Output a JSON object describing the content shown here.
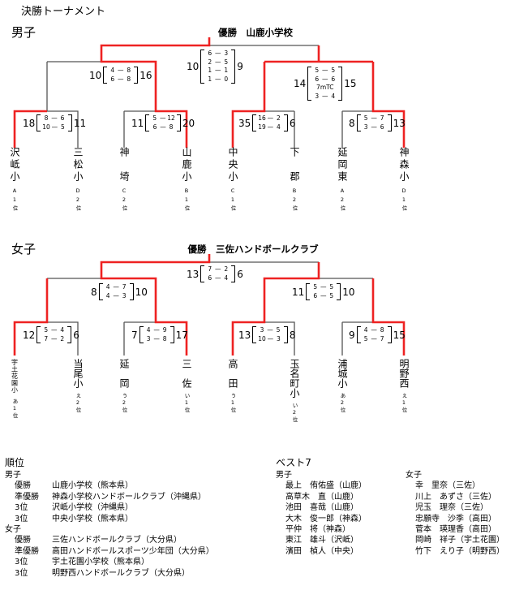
{
  "title": "決勝トーナメント",
  "boys": {
    "label": "男子",
    "champion": "優勝　山鹿小学校",
    "teams": [
      {
        "name": "沢岻小",
        "rank": "A1位"
      },
      {
        "name": "三松小",
        "rank": "D2位"
      },
      {
        "name": "神　埼",
        "rank": "C2位"
      },
      {
        "name": "山鹿小",
        "rank": "B1位"
      },
      {
        "name": "中央小",
        "rank": "C1位"
      },
      {
        "name": "下　郡",
        "rank": "B2位"
      },
      {
        "name": "延岡東",
        "rank": "A2位"
      },
      {
        "name": "神森小",
        "rank": "D1位"
      }
    ],
    "matches": [
      {
        "id": "final",
        "left": "10",
        "right": "9",
        "rows": [
          [
            "6",
            "3"
          ],
          [
            "2",
            "5"
          ],
          [
            "1",
            "1"
          ],
          [
            "1",
            "0"
          ]
        ]
      },
      {
        "id": "semi-1",
        "left": "10",
        "right": "16",
        "rows": [
          [
            "4",
            "8"
          ],
          [
            "6",
            "8"
          ]
        ]
      },
      {
        "id": "semi-2",
        "left": "14",
        "right": "15",
        "rows": [
          [
            "5",
            "5"
          ],
          [
            "6",
            "6"
          ],
          [
            "7mTC"
          ],
          [
            "3",
            "4"
          ]
        ]
      },
      {
        "id": "qf-1",
        "left": "18",
        "right": "11",
        "rows": [
          [
            "8",
            "6"
          ],
          [
            "10",
            "5"
          ]
        ]
      },
      {
        "id": "qf-2",
        "left": "11",
        "right": "20",
        "rows": [
          [
            "5",
            "12"
          ],
          [
            "6",
            "8"
          ]
        ]
      },
      {
        "id": "qf-3",
        "left": "35",
        "right": "6",
        "rows": [
          [
            "16",
            "2"
          ],
          [
            "19",
            "4"
          ]
        ]
      },
      {
        "id": "qf-4",
        "left": "8",
        "right": "13",
        "rows": [
          [
            "5",
            "7"
          ],
          [
            "3",
            "6"
          ]
        ]
      }
    ]
  },
  "girls": {
    "label": "女子",
    "champion": "優勝　三佐ハンドボールクラブ",
    "teams": [
      {
        "name": "宇土花園小",
        "rank": "あ1位"
      },
      {
        "name": "当尾小",
        "rank": "え2位"
      },
      {
        "name": "延　岡",
        "rank": "う2位"
      },
      {
        "name": "三　佐",
        "rank": "い1位"
      },
      {
        "name": "高　田",
        "rank": "う1位"
      },
      {
        "name": "玉名町小",
        "rank": "い2位"
      },
      {
        "name": "浦城小",
        "rank": "あ2位"
      },
      {
        "name": "明野西",
        "rank": "え1位"
      }
    ],
    "matches": [
      {
        "id": "final",
        "left": "13",
        "right": "6",
        "rows": [
          [
            "7",
            "2"
          ],
          [
            "6",
            "4"
          ]
        ]
      },
      {
        "id": "semi-1",
        "left": "8",
        "right": "10",
        "rows": [
          [
            "4",
            "7"
          ],
          [
            "4",
            "3"
          ]
        ]
      },
      {
        "id": "semi-2",
        "left": "11",
        "right": "10",
        "rows": [
          [
            "5",
            "5"
          ],
          [
            "6",
            "5"
          ]
        ]
      },
      {
        "id": "qf-1",
        "left": "12",
        "right": "6",
        "rows": [
          [
            "5",
            "4"
          ],
          [
            "7",
            "2"
          ]
        ]
      },
      {
        "id": "qf-2",
        "left": "7",
        "right": "17",
        "rows": [
          [
            "4",
            "9"
          ],
          [
            "3",
            "8"
          ]
        ]
      },
      {
        "id": "qf-3",
        "left": "13",
        "right": "8",
        "rows": [
          [
            "3",
            "5"
          ],
          [
            "10",
            "3"
          ]
        ]
      },
      {
        "id": "qf-4",
        "left": "9",
        "right": "15",
        "rows": [
          [
            "4",
            "8"
          ],
          [
            "5",
            "7"
          ]
        ]
      }
    ]
  },
  "standings": {
    "heading": "順位",
    "groups": [
      {
        "label": "男子",
        "rows": [
          [
            "優勝",
            "山鹿小学校（熊本県）"
          ],
          [
            "準優勝",
            "神森小学校ハンドボールクラブ（沖縄県）"
          ],
          [
            "3位",
            "沢岻小学校（沖縄県）"
          ],
          [
            "3位",
            "中央小学校（熊本県）"
          ]
        ]
      },
      {
        "label": "女子",
        "rows": [
          [
            "優勝",
            "三佐ハンドボールクラブ（大分県）"
          ],
          [
            "準優勝",
            "高田ハンドボールスポーツ少年団（大分県）"
          ],
          [
            "3位",
            "宇土花園小学校（熊本県）"
          ],
          [
            "3位",
            "明野西ハンドボールクラブ（大分県）"
          ]
        ]
      }
    ]
  },
  "best7": {
    "heading": "ベスト7",
    "boys": {
      "label": "男子",
      "players": [
        "最上　侑佑盛（山鹿）",
        "高草木　直（山鹿）",
        "池田　喜哉（山鹿）",
        "大木　俊一郎（神森）",
        "平仲　将（神森）",
        "東江　雄斗（沢岻）",
        "濱田　楨人（中央）"
      ]
    },
    "girls": {
      "label": "女子",
      "players": [
        "幸　里奈（三佐）",
        "川上　あずさ（三佐）",
        "児玉　理奈（三佐）",
        "忠願寺　沙季（高田）",
        "菅本　瑛理香（高田）",
        "岡崎　祥子（宇土花園）",
        "竹下　えり子（明野西）"
      ]
    }
  },
  "colors": {
    "win": "#ee2222",
    "line": "#555555"
  }
}
